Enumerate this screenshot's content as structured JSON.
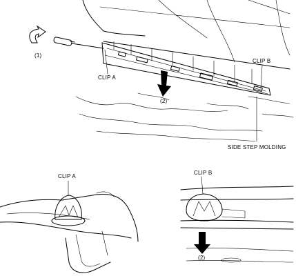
{
  "labels": {
    "step1": "(1)",
    "clip_a_main": "CLIP A",
    "step2_main": "(2)",
    "clip_b_main": "CLIP B",
    "molding": "SIDE STEP MOLDING",
    "clip_a_detail": "CLIP A",
    "clip_b_detail": "CLIP B",
    "step2_detail": "(2)"
  }
}
